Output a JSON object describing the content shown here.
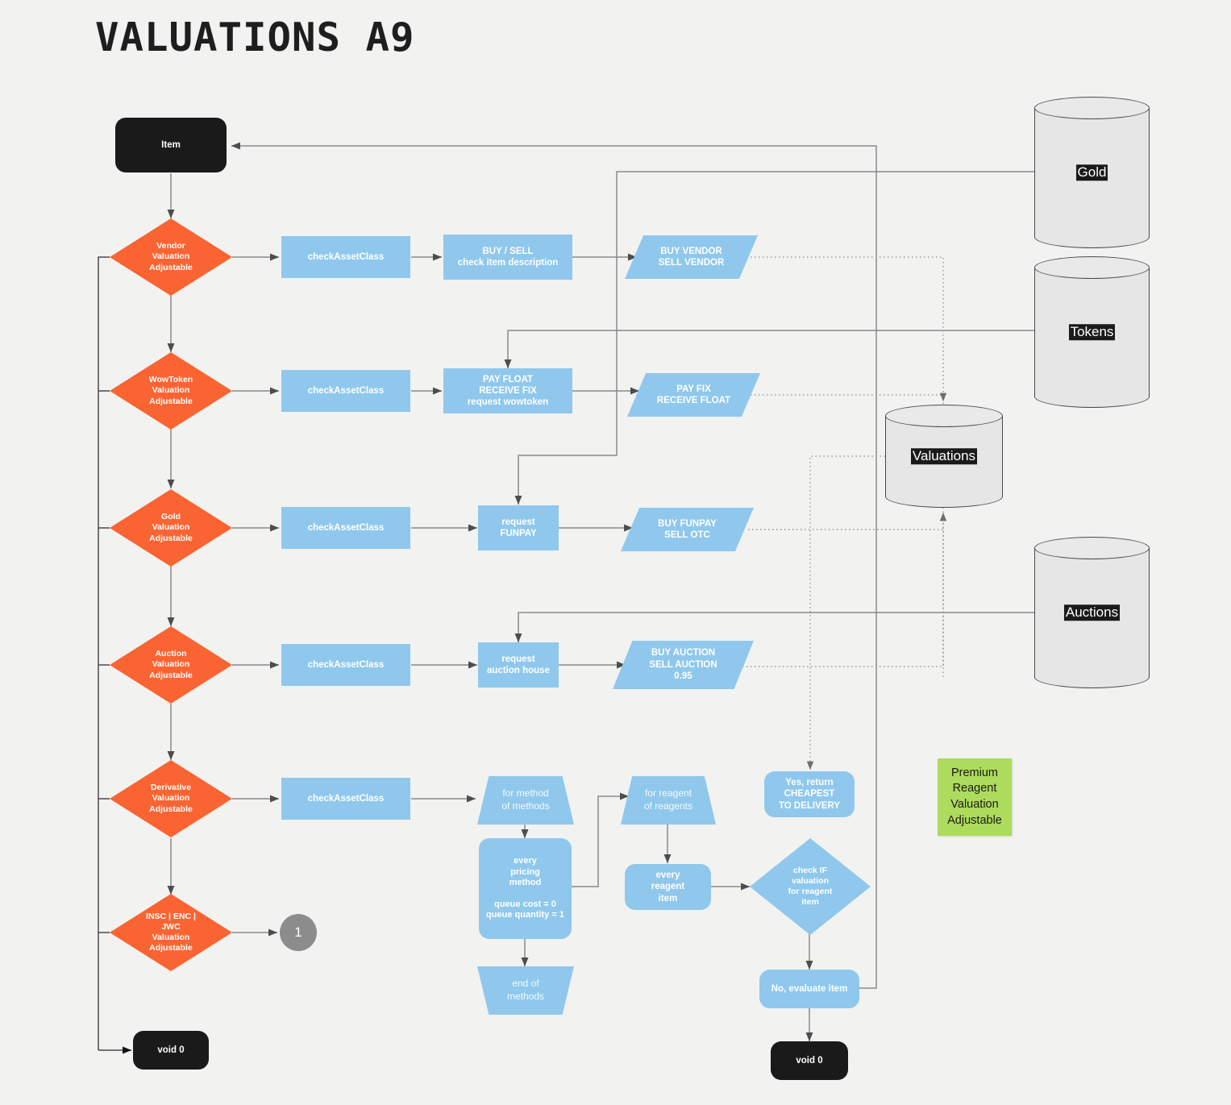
{
  "title": "VALUATIONS A9",
  "colors": {
    "background": "#F2F2F1",
    "decision_orange": "#FA6432",
    "process_blue": "#8FC8EC",
    "terminator_black": "#1A1A1A",
    "database_gray": "#E6E6E6",
    "note_green": "#ADDB5B",
    "connector_gray": "#8C8C8C",
    "edge_gray": "#8A8A8A"
  },
  "nodes": {
    "start_item": "Item",
    "void_left": "void 0",
    "void_right": "void 0",
    "connector_1": "1",
    "decisions": [
      {
        "id": "vendor",
        "label": "Vendor\nValuation\nAdjustable"
      },
      {
        "id": "wowtoken",
        "label": "WowToken\nValuation\nAdjustable"
      },
      {
        "id": "gold",
        "label": "Gold\nValuation\nAdjustable"
      },
      {
        "id": "auction",
        "label": "Auction\nValuation\nAdjustable"
      },
      {
        "id": "derivative",
        "label": "Derivative\nValuation\nAdjustable"
      },
      {
        "id": "inscenjwc",
        "label": "INSC | ENC |\nJWC\nValuation\nAdjustable"
      }
    ],
    "check_asset_class": "checkAssetClass",
    "processes": [
      {
        "id": "buy-sell-desc",
        "label": "BUY / SELL\ncheck item description"
      },
      {
        "id": "pay-float",
        "label": "PAY FLOAT\nRECEIVE FIX\nrequest wowtoken"
      },
      {
        "id": "request-funpay",
        "label": "request\nFUNPAY"
      },
      {
        "id": "request-auction",
        "label": "request\nauction house"
      }
    ],
    "outputs": [
      {
        "id": "buy-sell-vendor",
        "label": "BUY VENDOR\nSELL VENDOR"
      },
      {
        "id": "pay-fix-float",
        "label": "PAY FIX\nRECEIVE FLOAT"
      },
      {
        "id": "buy-funpay-otc",
        "label": "BUY FUNPAY\nSELL OTC"
      },
      {
        "id": "buy-sell-auction",
        "label": "BUY AUCTION\nSELL AUCTION\n0.95"
      }
    ],
    "loops": [
      {
        "id": "for-method",
        "label": "for method\nof methods"
      },
      {
        "id": "for-reagent",
        "label": "for reagent\nof reagents"
      },
      {
        "id": "end-methods",
        "label": "end of\nmethods"
      }
    ],
    "every_pricing_method": "every\npricing\nmethod\n\nqueue cost = 0\nqueue quantity = 1",
    "every_reagent_item": "every\nreagent\nitem",
    "check_if_valuation": "check IF\nvaluation\nfor reagent\nitem",
    "yes_return": "Yes, return\nCHEAPEST\nTO DELIVERY",
    "no_evaluate": "No, evaluate item",
    "databases": [
      {
        "id": "gold",
        "label": "Gold"
      },
      {
        "id": "tokens",
        "label": "Tokens"
      },
      {
        "id": "valuations",
        "label": "Valuations"
      },
      {
        "id": "auctions",
        "label": "Auctions"
      }
    ],
    "note": "Premium\nReagent\nValuation\nAdjustable"
  }
}
